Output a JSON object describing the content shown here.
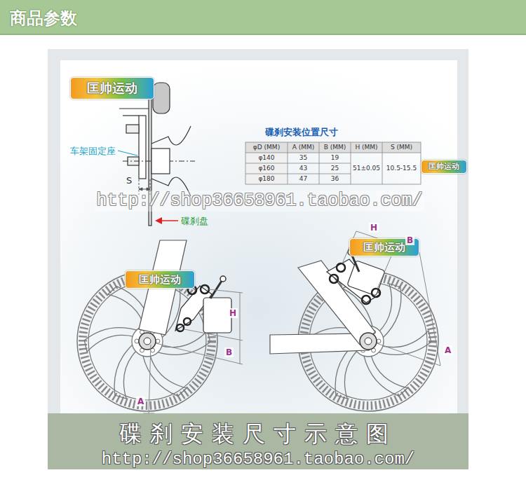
{
  "diagram": {
    "title": "商品参数",
    "caption": "碟刹安装尺寸示意图",
    "labels": [
      "匡帅运动",
      "车架固定座",
      "S",
      "碟刹盘",
      "碟刹安装位置尺寸",
      "φD (MM)",
      "A (MM)",
      "B (MM)",
      "H (MM)",
      "S (MM)",
      "φ140",
      "35",
      "19",
      "φ160",
      "43",
      "25",
      "φ180",
      "47",
      "36",
      "51±0.05",
      "10.5-15.5",
      "匡帅运动",
      "http://shop36658961.taobao.com/",
      "匡帅运动",
      "H",
      "B",
      "A",
      "匡帅运动",
      "H",
      "B",
      "A",
      "http://shop36658961.taobao.com/"
    ]
  }
}
